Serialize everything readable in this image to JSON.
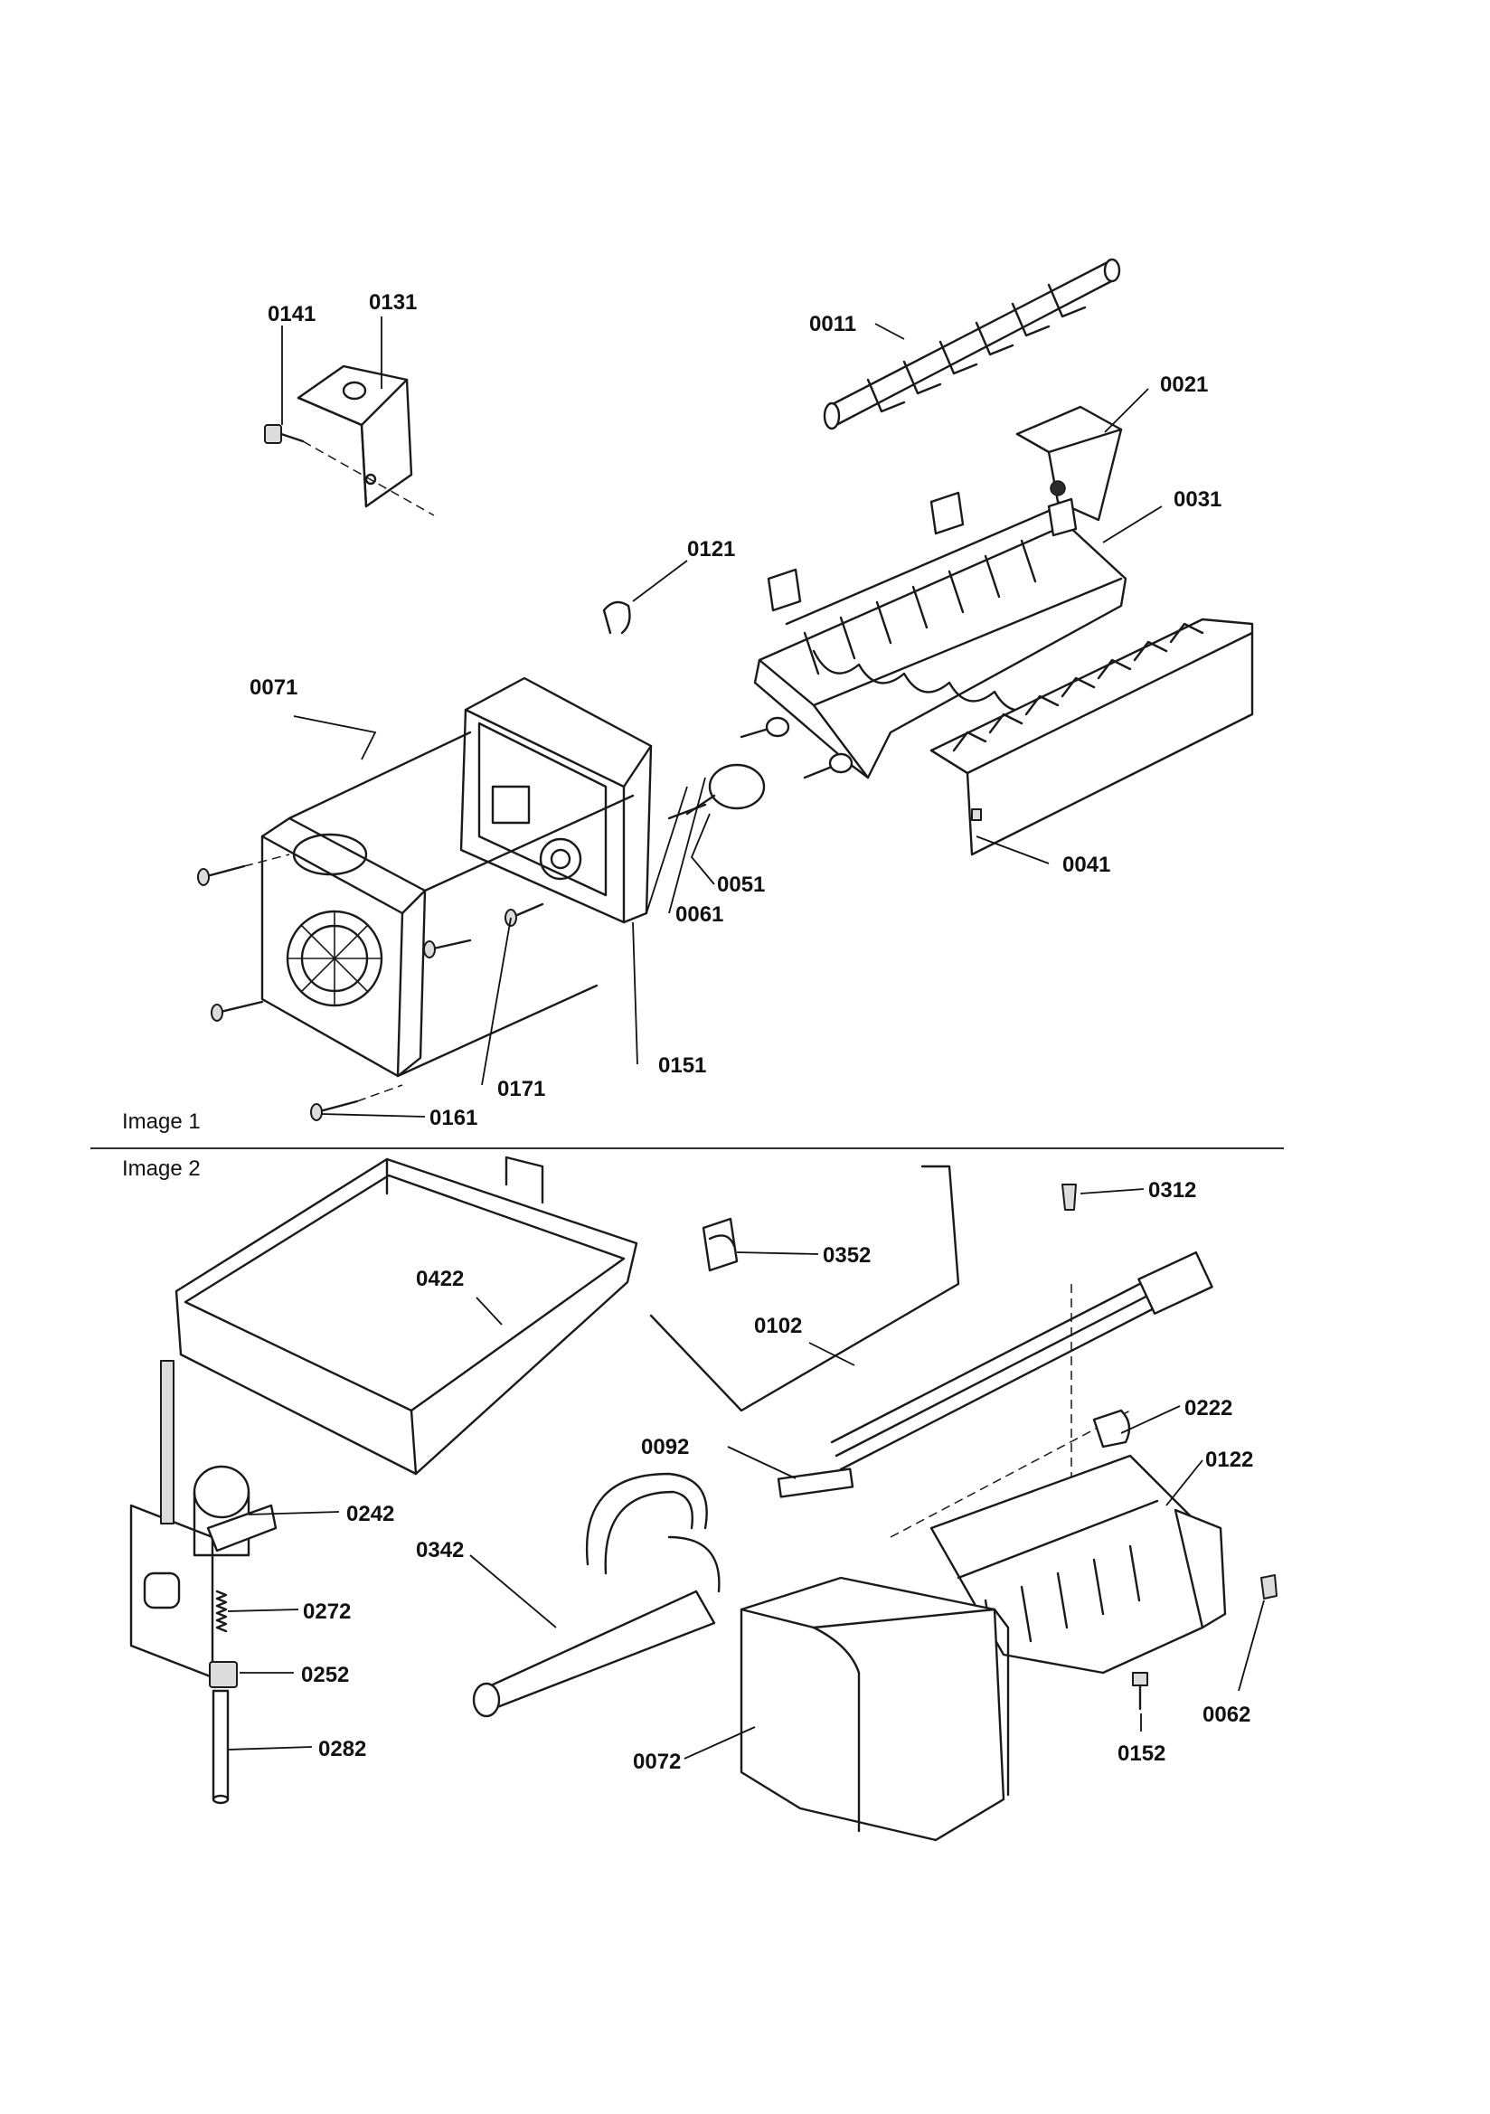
{
  "images": [
    {
      "caption": "Image 1"
    },
    {
      "caption": "Image 2"
    }
  ],
  "callouts": {
    "p0141": "0141",
    "p0131": "0131",
    "p0011": "0011",
    "p0021": "0021",
    "p0031": "0031",
    "p0121": "0121",
    "p0071": "0071",
    "p0051": "0051",
    "p0061": "0061",
    "p0041": "0041",
    "p0171": "0171",
    "p0151": "0151",
    "p0161": "0161",
    "p0312": "0312",
    "p0352": "0352",
    "p0422": "0422",
    "p0102": "0102",
    "p0222": "0222",
    "p0092": "0092",
    "p0122": "0122",
    "p0242": "0242",
    "p0342": "0342",
    "p0272": "0272",
    "p0252": "0252",
    "p0282": "0282",
    "p0062": "0062",
    "p0072": "0072",
    "p0152": "0152"
  }
}
